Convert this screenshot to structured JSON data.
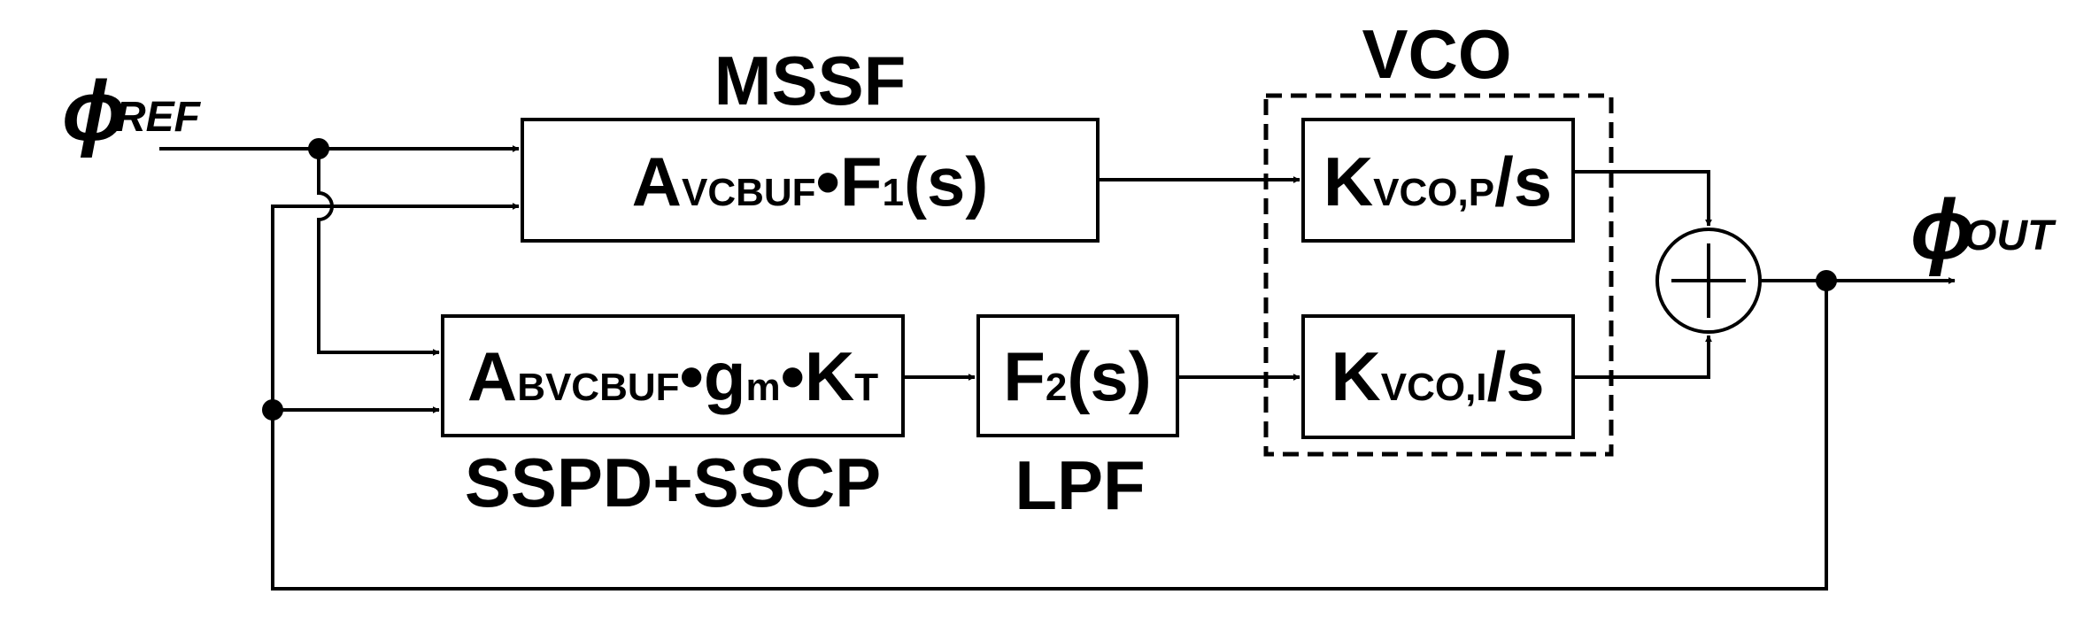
{
  "signals": {
    "phi_ref": {
      "symbol": "ϕ",
      "subscript": "REF"
    },
    "phi_out": {
      "symbol": "ϕ",
      "subscript": "OUT"
    }
  },
  "blocks": {
    "mssf": {
      "label": "MSSF",
      "expr": [
        {
          "t": "A",
          "s": "VCBUF"
        },
        {
          "t": "•"
        },
        {
          "t": "F",
          "s": "1"
        },
        {
          "t": "(s)"
        }
      ]
    },
    "sspd_sscp": {
      "label": "SSPD+SSCP",
      "expr": [
        {
          "t": "A",
          "s": "BVCBUF"
        },
        {
          "t": "•"
        },
        {
          "t": "g",
          "s": "m"
        },
        {
          "t": "•"
        },
        {
          "t": "K",
          "s": "T"
        }
      ]
    },
    "lpf": {
      "label": "LPF",
      "expr": [
        {
          "t": "F",
          "s": "2"
        },
        {
          "t": "(s)"
        }
      ]
    },
    "vco": {
      "label": "VCO",
      "proportional": [
        {
          "t": "K",
          "s": "VCO,P"
        },
        {
          "t": "/s"
        }
      ],
      "integral": [
        {
          "t": "K",
          "s": "VCO,I"
        },
        {
          "t": "/s"
        }
      ]
    }
  }
}
